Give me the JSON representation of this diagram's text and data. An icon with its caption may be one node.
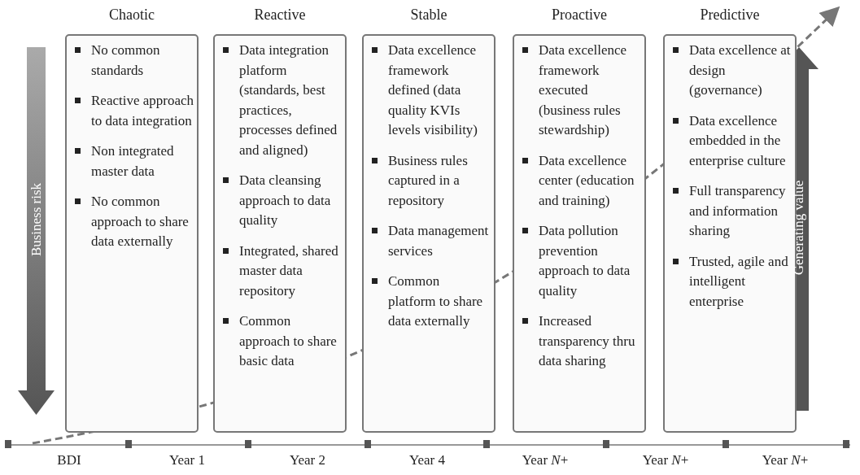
{
  "diagram": {
    "nodes": [
      {
        "text": [
          "Chaotic",
          "No common standards",
          "Reactive approach to data integration",
          "Non integrated master data",
          "No common approach to share data externally"
        ]
      },
      {
        "text": [
          "Reactive",
          "Data integration platform (standards, best practices, processes defined and aligned)",
          "Data cleansing approach to data quality",
          "Integrated, shared master data repository",
          "Common approach to share basic data"
        ]
      },
      {
        "text": [
          "Stable",
          "Data excellence framework defined (data quality KVIs levels visibility)",
          "Business rules captured in a repository",
          "Data management services",
          "Common platform to share data externally"
        ]
      },
      {
        "text": [
          "Proactive",
          "Data excellence framework executed (business rules stewardship)",
          "Data excellence center (education and training)",
          "Data pollution prevention approach to data quality",
          "Increased transparency thru data sharing"
        ]
      },
      {
        "text": [
          "Predictive",
          "Data excellence at design (governance)",
          "Data excellence embedded in the enterprise culture",
          "Full transparency and information sharing",
          "Trusted, agile and intelligent enterprise"
        ]
      }
    ],
    "edges": [],
    "labels": [
      "Business risk",
      "Generating value",
      "BDI",
      "Year 1",
      "Year 2",
      "Year 4",
      "Year *N*+",
      "Year *N*+",
      "Year *N*+"
    ]
  }
}
